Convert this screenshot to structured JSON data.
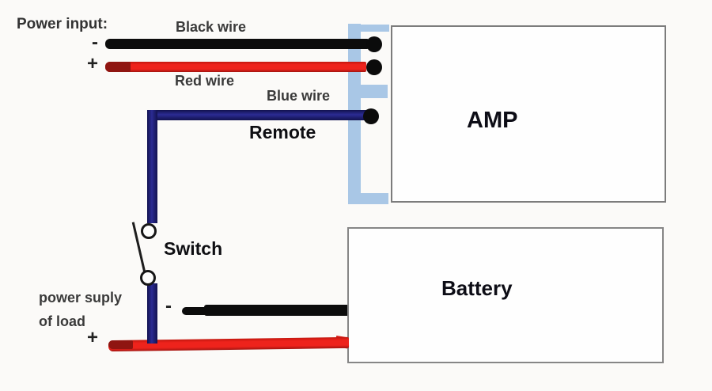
{
  "diagram": {
    "type": "amplifier-wiring-schematic",
    "labels": {
      "power_input": "Power input:",
      "minus_top": "-",
      "plus_top": "+",
      "black_wire": "Black wire",
      "red_wire": "Red wire",
      "blue_wire": "Blue wire",
      "remote": "Remote",
      "switch": "Switch",
      "power_supply_line1": "power suply",
      "power_supply_line2": "of load",
      "minus_bottom": "-",
      "plus_bottom": "+",
      "amp_box": "AMP",
      "battery_box": "Battery"
    },
    "colors": {
      "background": "#fbfaf8",
      "black_wire": "#0c0c0c",
      "red_wire": "#ee231c",
      "red_wire_cap": "#8f1511",
      "blue_wire_dark": "#12124f",
      "blue_wire_core": "#2b2b93",
      "connector": "#a9c7e6",
      "box_border": "#7c7c7c",
      "box_fill": "#fefefe",
      "label_text": "#3a3a3a",
      "bold_label_text": "#0e0e12",
      "terminal_dot": "#0b0b0b"
    }
  }
}
